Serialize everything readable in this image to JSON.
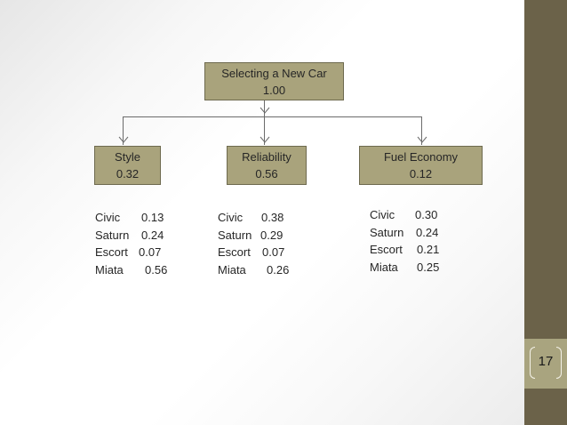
{
  "slide": {
    "page_number": "17",
    "colors": {
      "node_fill": "#a9a37c",
      "node_border": "#6e6a4f",
      "sidebar": "#6b6249",
      "page_band": "#a9a47f",
      "connector": "#6b6b6b"
    }
  },
  "diagram": {
    "root": {
      "title": "Selecting a New Car",
      "weight": "1.00"
    },
    "criteria": [
      {
        "title": "Style",
        "weight": "0.32",
        "alternatives": [
          {
            "car": "Civic",
            "score": "0.13"
          },
          {
            "car": "Saturn",
            "score": "0.24"
          },
          {
            "car": "Escort",
            "score": "0.07"
          },
          {
            "car": "Miata",
            "score": "0.56"
          }
        ]
      },
      {
        "title": "Reliability",
        "weight": "0.56",
        "alternatives": [
          {
            "car": "Civic",
            "score": "0.38"
          },
          {
            "car": "Saturn",
            "score": "0.29"
          },
          {
            "car": "Escort",
            "score": "0.07"
          },
          {
            "car": "Miata",
            "score": "0.26"
          }
        ]
      },
      {
        "title": "Fuel Economy",
        "weight": "0.12",
        "alternatives": [
          {
            "car": "Civic",
            "score": "0.30"
          },
          {
            "car": "Saturn",
            "score": "0.24"
          },
          {
            "car": "Escort",
            "score": "0.21"
          },
          {
            "car": "Miata",
            "score": "0.25"
          }
        ]
      }
    ]
  }
}
